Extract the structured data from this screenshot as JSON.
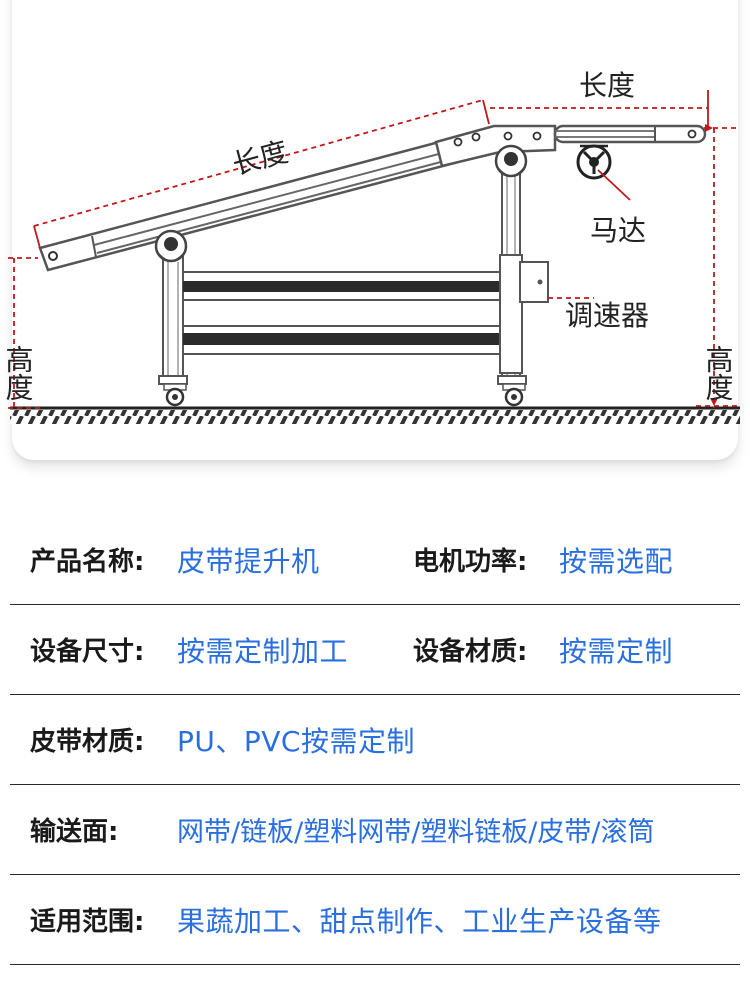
{
  "diagram": {
    "labels": {
      "length_left": "长度",
      "length_right": "长度",
      "motor": "马达",
      "speed_controller": "调速器",
      "height_left": "高度",
      "height_right": "高度"
    },
    "colors": {
      "dimension_line": "#c0181c",
      "frame": "#555555",
      "belt": "#333333"
    }
  },
  "specs": {
    "row1": {
      "label_a": "产品名称:",
      "value_a": "皮带提升机",
      "label_b": "电机功率:",
      "value_b": "按需选配"
    },
    "row2": {
      "label_a": "设备尺寸:",
      "value_a": "按需定制加工",
      "label_b": "设备材质:",
      "value_b": "按需定制"
    },
    "row3": {
      "label": "皮带材质:",
      "value": "PU、PVC按需定制"
    },
    "row4": {
      "label": "输送面:",
      "value": "网带/链板/塑料网带/塑料链板/皮带/滚筒"
    },
    "row5": {
      "label": "适用范围:",
      "value": "果蔬加工、甜点制作、工业生产设备等"
    },
    "colors": {
      "value_text": "#2a6fe0",
      "label_text": "#1a1a1a",
      "divider": "#2a2a2a"
    }
  }
}
